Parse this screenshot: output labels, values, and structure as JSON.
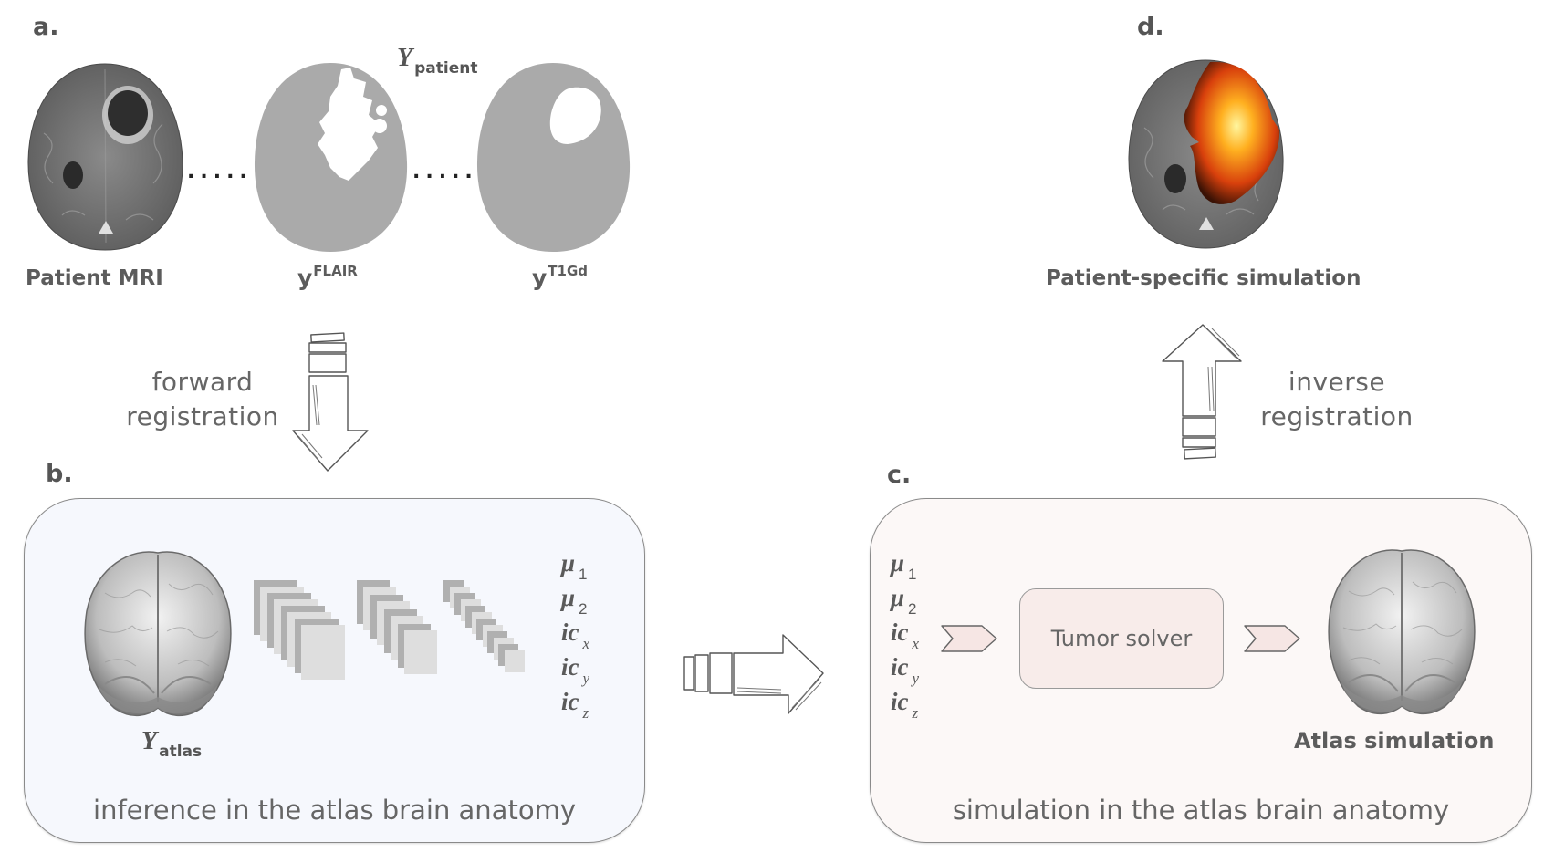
{
  "panels": {
    "a": {
      "letter": "a.",
      "mri_caption": "Patient MRI",
      "y_patient": {
        "symbol": "Y",
        "subscript": "patient"
      },
      "flair_label": {
        "base": "y",
        "sup": "FLAIR"
      },
      "t1gd_label": {
        "base": "y",
        "sup": "T1Gd"
      },
      "connector_dots": "....."
    },
    "b": {
      "letter": "b.",
      "y_atlas": {
        "symbol": "Y",
        "subscript": "atlas"
      },
      "parameters": [
        {
          "base": "μ",
          "sub": "1"
        },
        {
          "base": "μ",
          "sub": "2"
        },
        {
          "base": "ic",
          "sub": "x"
        },
        {
          "base": "ic",
          "sub": "y"
        },
        {
          "base": "ic",
          "sub": "z"
        }
      ],
      "caption": "inference in the atlas brain anatomy",
      "background": "#f6f8fd"
    },
    "c": {
      "letter": "c.",
      "parameters": [
        {
          "base": "μ",
          "sub": "1"
        },
        {
          "base": "μ",
          "sub": "2"
        },
        {
          "base": "ic",
          "sub": "x"
        },
        {
          "base": "ic",
          "sub": "y"
        },
        {
          "base": "ic",
          "sub": "z"
        }
      ],
      "solver_label": "Tumor solver",
      "result_caption": "Atlas simulation",
      "caption": "simulation in the atlas brain anatomy",
      "background": "#fcf8f7"
    },
    "d": {
      "letter": "d.",
      "caption": "Patient-specific simulation"
    }
  },
  "arrows": {
    "forward": {
      "line1": "forward",
      "line2": "registration"
    },
    "inverse": {
      "line1": "inverse",
      "line2": "registration"
    }
  },
  "icons": {
    "mri": "axial-mri-slice-icon",
    "flair": "flair-segmentation-mask-icon",
    "t1gd": "t1gd-segmentation-mask-icon",
    "atlas_brain": "3d-brain-render-icon",
    "cnn": "cnn-layers-icon",
    "heatmap": "tumor-heatmap-overlay-icon",
    "sketch_arrow": "sketch-arrow-icon",
    "chevron": "chevron-right-icon"
  },
  "colors": {
    "heat_core": "#fff6a0",
    "heat_mid": "#ffb020",
    "heat_outer": "#d8400c",
    "heat_edge": "#3a1205",
    "mask_gray": "#aaaaaa",
    "text_gray": "#5c5c5c"
  }
}
